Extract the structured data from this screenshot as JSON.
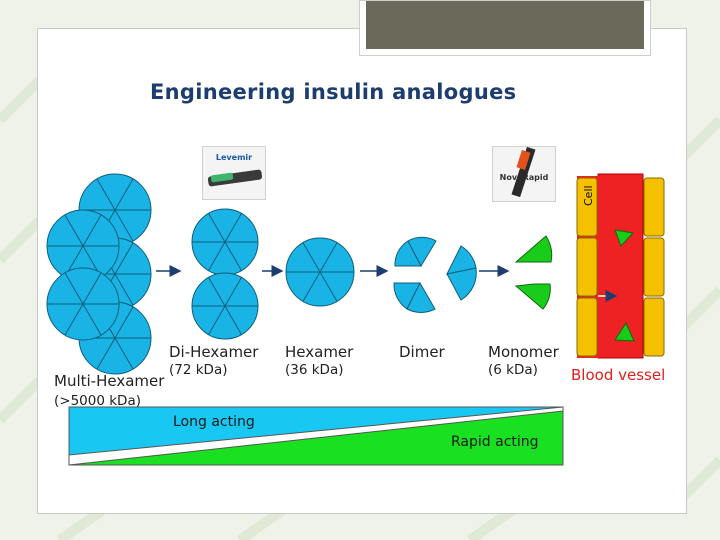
{
  "title": "Engineering insulin analogues",
  "stages": [
    {
      "name": "Multi-Hexamer",
      "size": "(>5000 kDa)"
    },
    {
      "name": "Di-Hexamer",
      "size": "(72 kDa)"
    },
    {
      "name": "Hexamer",
      "size": "(36 kDa)"
    },
    {
      "name": "Dimer",
      "size": ""
    },
    {
      "name": "Monomer",
      "size": "(6 kDa)"
    }
  ],
  "products": {
    "long": "Levemir",
    "rapid": "NovoRapid"
  },
  "blood_vessel": {
    "label": "Blood vessel",
    "cell_label": "Cell"
  },
  "bars": {
    "long_acting": "Long acting",
    "rapid_acting": "Rapid acting"
  },
  "colors": {
    "hexamer": "#19b3e6",
    "monomer": "#19cc1a",
    "vessel": "#ee2222",
    "cell": "#f5c000",
    "title": "#1c3d6e",
    "blood_label": "#e0201a"
  }
}
